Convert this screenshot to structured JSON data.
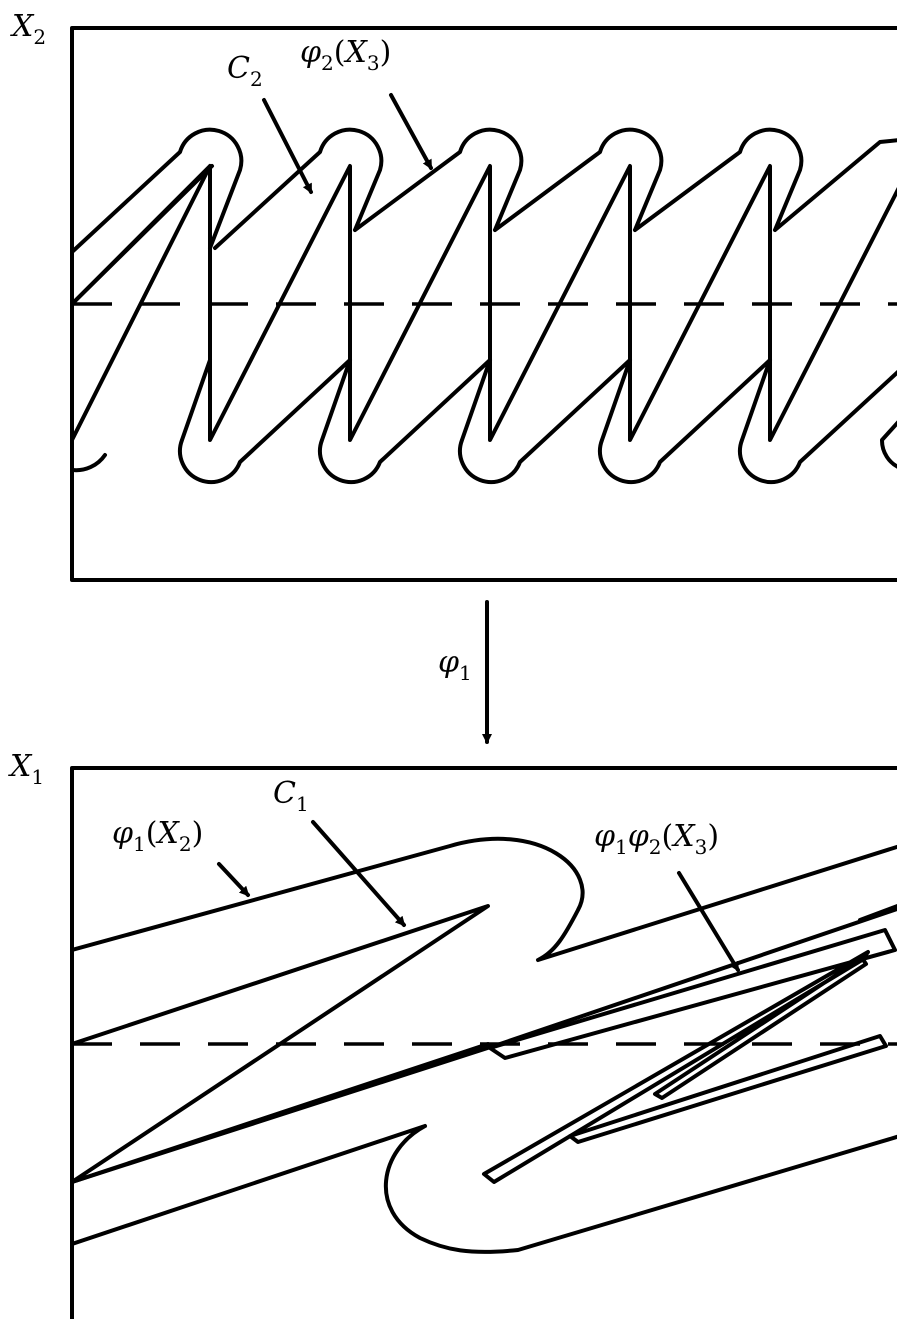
{
  "top_space": {
    "name": "X",
    "sub": "2"
  },
  "bottom_space": {
    "name": "X",
    "sub": "1"
  },
  "top_labels": {
    "c2": {
      "name": "C",
      "sub": "2"
    },
    "phi2_x3": {
      "phi": "φ",
      "phi_sub": "2",
      "open": "(",
      "arg": "X",
      "arg_sub": "3",
      "close": ")"
    }
  },
  "map": {
    "phi": "φ",
    "sub": "1"
  },
  "bottom_labels": {
    "c1": {
      "name": "C",
      "sub": "1"
    },
    "phi1_x2": {
      "phi": "φ",
      "phi_sub": "1",
      "open": "(",
      "arg": "X",
      "arg_sub": "2",
      "close": ")"
    },
    "phi1phi2_x3": {
      "phi_a": "φ",
      "phi_a_sub": "1",
      "phi_b": "φ",
      "phi_b_sub": "2",
      "open": "(",
      "arg": "X",
      "arg_sub": "3",
      "close": ")"
    }
  }
}
